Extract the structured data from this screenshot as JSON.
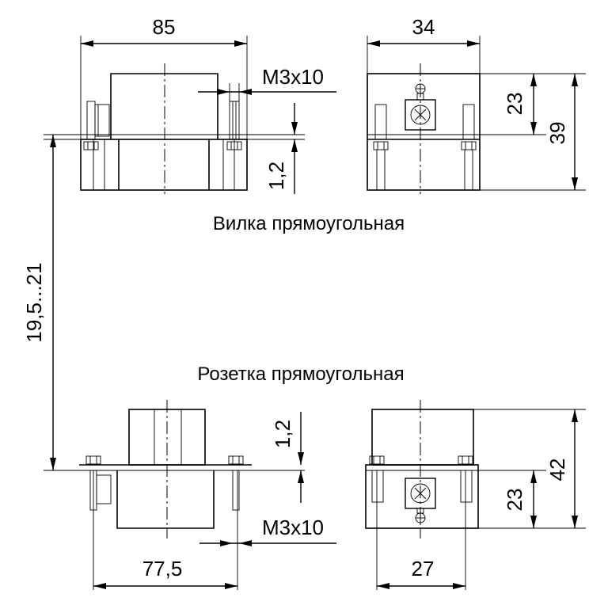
{
  "plug": {
    "caption": "Вилка прямоугольная",
    "width_label": "85",
    "side_width_label": "34",
    "screw_label": "M3x10",
    "plate_label": "1,2",
    "height_inner_label": "23",
    "height_total_label": "39"
  },
  "socket": {
    "caption": "Розетка прямоугольная",
    "width_label": "77,5",
    "side_width_label": "27",
    "screw_label": "M3x10",
    "plate_label": "1,2",
    "height_inner_label": "23",
    "height_total_label": "42"
  },
  "gap_label": "19,5...21"
}
